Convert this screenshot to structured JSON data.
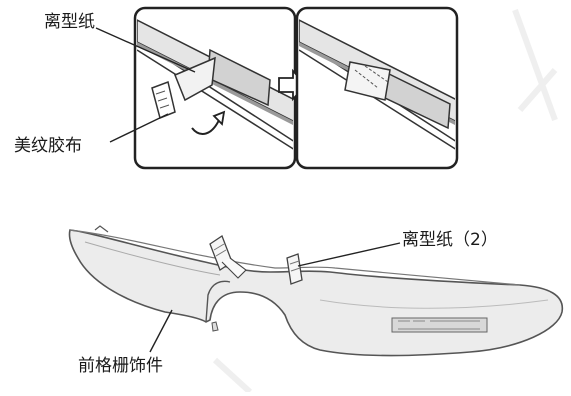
{
  "labels": {
    "release_paper": "离型纸",
    "masking_tape": "美纹胶布",
    "release_paper_2": "离型纸（2）",
    "front_grille_trim": "前格栅饰件"
  },
  "icons": {
    "step_arrow": "right-arrow-icon",
    "peel_arrow": "curved-arrow-icon"
  },
  "colors": {
    "line": "#222222",
    "trim_fill": "#e9e9e9",
    "tape_fill": "#d6d6d6",
    "watermark": "#f0f0f0"
  }
}
